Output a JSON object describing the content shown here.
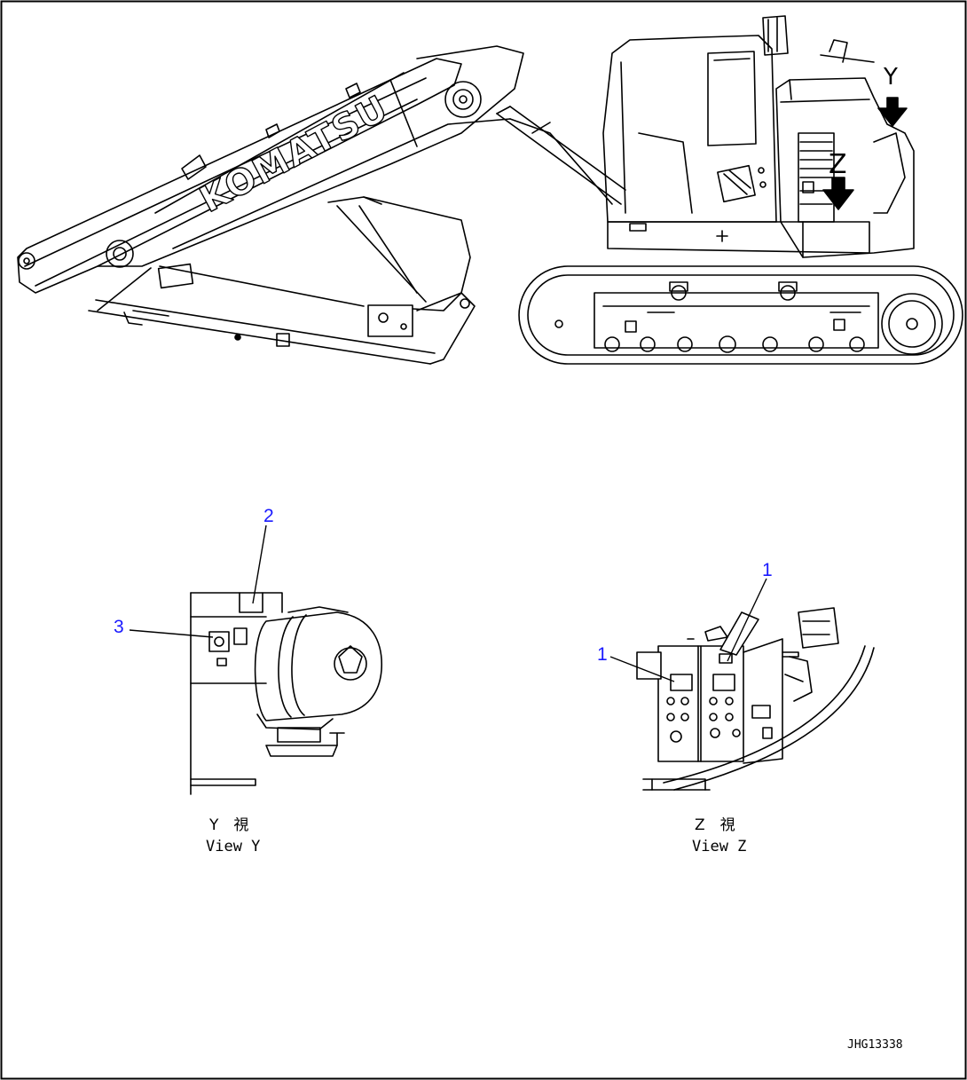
{
  "machine": {
    "brand_mark": "KOMATSU",
    "view_markers": {
      "y": "Y",
      "z": "Z"
    }
  },
  "view_y": {
    "caption_jp": "Y　視",
    "caption_en": "View Y",
    "callouts": [
      "2",
      "3"
    ]
  },
  "view_z": {
    "caption_jp": "Z　視",
    "caption_en": "View Z",
    "callouts": [
      "1",
      "1"
    ]
  },
  "drawing_number": "JHG13338"
}
